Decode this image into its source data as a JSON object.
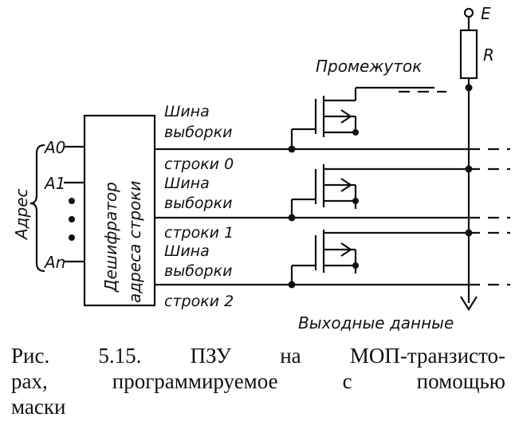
{
  "diagram": {
    "supply_label": "E",
    "resistor_label": "R",
    "gap_label": "Промежуток",
    "address_label": "Адрес",
    "address_lines": [
      "A0",
      "A1",
      "An"
    ],
    "decoder_line1": "Дешифратор",
    "decoder_line2": "адреса строки",
    "rows": [
      {
        "bus_top": "Шина",
        "bus_mid": "выборки",
        "bus_bottom": "строки 0"
      },
      {
        "bus_top": "Шина",
        "bus_mid": "выборки",
        "bus_bottom": "строки 1"
      },
      {
        "bus_top": "Шина",
        "bus_mid": "выборки",
        "bus_bottom": "строки 2"
      }
    ],
    "output_label": "Выходные данные"
  },
  "caption": {
    "line1_words": [
      "Рис.",
      "5.15.",
      "ПЗУ",
      "на",
      "МОП-транзисто-"
    ],
    "line2_words": [
      "рах,",
      "программируемое",
      "с",
      "помощью"
    ],
    "line3": "маски"
  },
  "colors": {
    "ink": "#111111",
    "background": "#ffffff"
  }
}
